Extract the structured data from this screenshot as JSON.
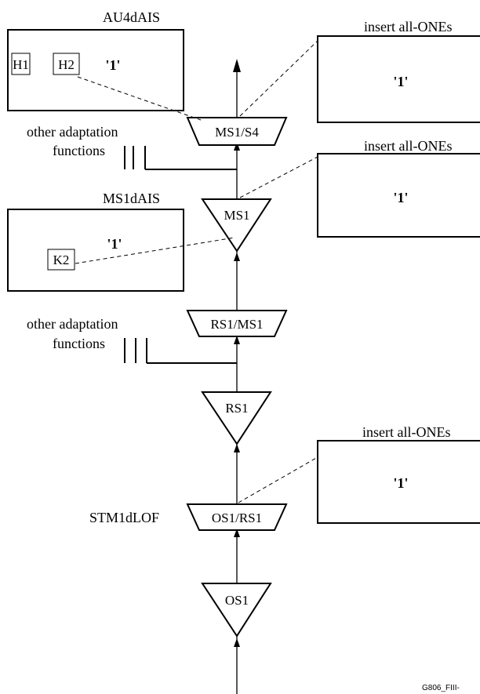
{
  "labels": {
    "au4dais": "AU4dAIS",
    "ms1dais": "MS1dAIS",
    "stm1dlof": "STM1dLOF",
    "insert_top": "insert all-ONEs",
    "insert_mid": "insert all-ONEs",
    "insert_bottom": "insert all-ONEs",
    "other_adapt_top_1": "other adaptation",
    "other_adapt_top_2": "functions",
    "other_adapt_bottom_1": "other adaptation",
    "other_adapt_bottom_2": "functions",
    "footer_code": "G806_FIII-"
  },
  "boxes": {
    "au4": {
      "byte1": "H1",
      "byte2": "H2",
      "value": "'1'"
    },
    "ms1": {
      "byte": "K2",
      "value": "'1'"
    },
    "right_top": {
      "value": "'1'"
    },
    "right_mid": {
      "value": "'1'"
    },
    "right_bottom": {
      "value": "'1'"
    }
  },
  "functions": {
    "ms1_s4": "MS1/S4",
    "ms1": "MS1",
    "rs1_ms1": "RS1/MS1",
    "rs1": "RS1",
    "os1_rs1": "OS1/RS1",
    "os1": "OS1"
  }
}
